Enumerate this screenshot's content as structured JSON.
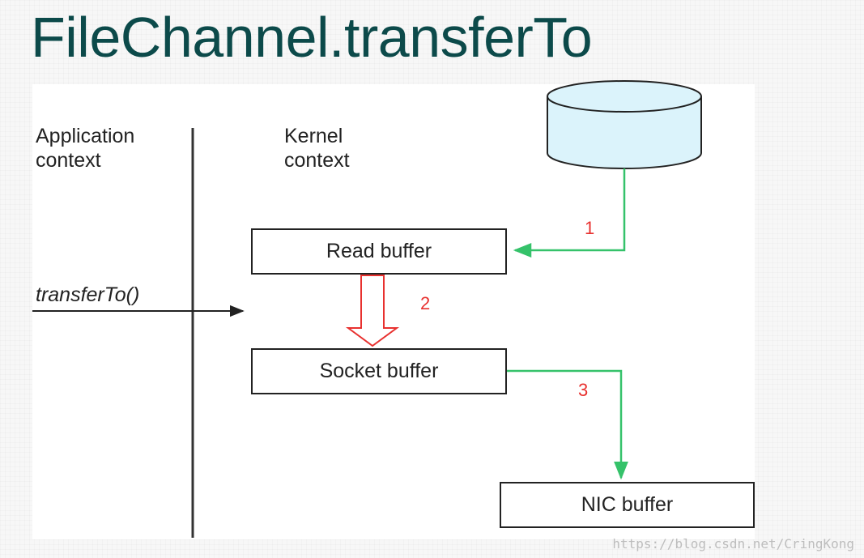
{
  "title": "FileChannel.transferTo",
  "columns": {
    "application": [
      "Application",
      "context"
    ],
    "kernel": [
      "Kernel",
      "context"
    ]
  },
  "call_label": "transferTo()",
  "boxes": {
    "read_buffer": "Read buffer",
    "socket_buffer": "Socket buffer",
    "nic_buffer": "NIC buffer"
  },
  "steps": [
    "1",
    "2",
    "3"
  ],
  "watermark": "https://blog.csdn.net/CringKong",
  "colors": {
    "title": "#0c4a4a",
    "green_arrow": "#35c26a",
    "red_arrow": "#e8312f",
    "disk_fill": "#dbf3fb"
  }
}
